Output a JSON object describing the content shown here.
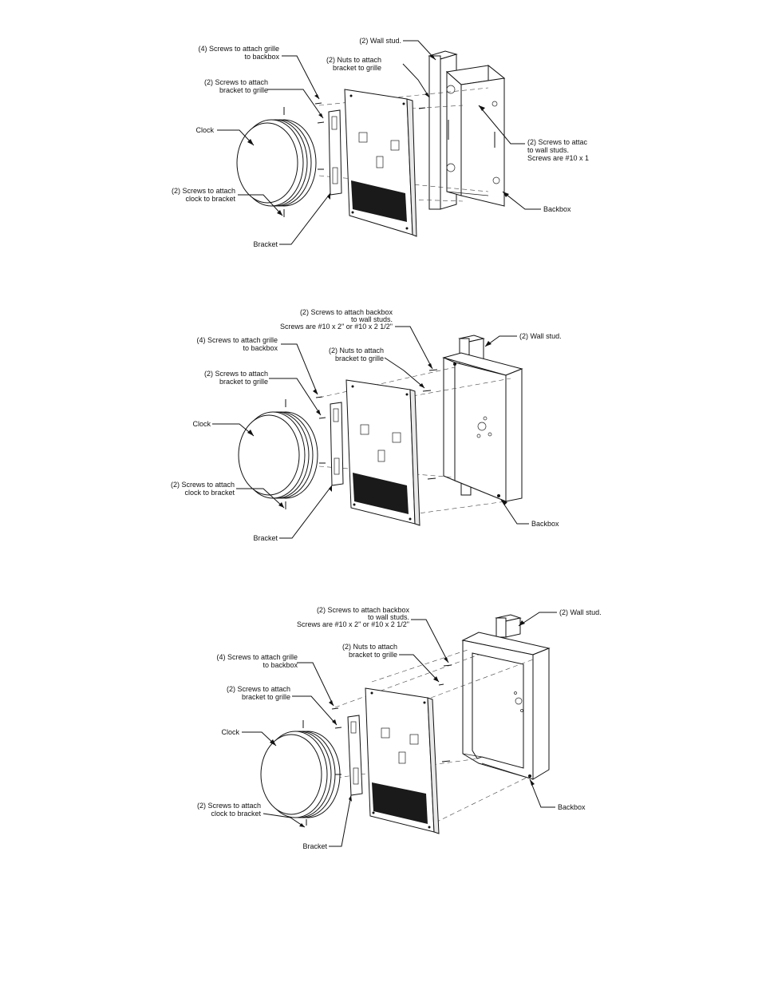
{
  "figures": [
    {
      "id": "fig1",
      "labels": {
        "wall_stud": "(2) Wall stud.",
        "screws_grille": [
          "(4) Screws to attach grille",
          "to backbox"
        ],
        "nuts": [
          "(2) Nuts to attach",
          "bracket to grille"
        ],
        "screws_bracket": [
          "(2) Screws to attach",
          "bracket to grille"
        ],
        "clock": "Clock",
        "screws_studs": [
          "(2) Screws to attac",
          "to wall studs.",
          "Screws are #10 x 1"
        ],
        "screws_clock": [
          "(2) Screws to attach",
          "clock to bracket"
        ],
        "backbox": "Backbox",
        "bracket": "Bracket"
      }
    },
    {
      "id": "fig2",
      "labels": {
        "screws_studs": [
          "(2) Screws to attach backbox",
          "to wall studs.",
          "Screws are #10 x 2\" or #10 x 2 1/2\""
        ],
        "wall_stud": "(2) Wall stud.",
        "screws_grille": [
          "(4) Screws to attach grille",
          "to backbox"
        ],
        "nuts": [
          "(2) Nuts to attach",
          "bracket to grille"
        ],
        "screws_bracket": [
          "(2) Screws to attach",
          "bracket to grille"
        ],
        "clock": "Clock",
        "screws_clock": [
          "(2) Screws to attach",
          "clock to bracket"
        ],
        "backbox": "Backbox",
        "bracket": "Bracket"
      }
    },
    {
      "id": "fig3",
      "labels": {
        "screws_studs": [
          "(2) Screws to attach backbox",
          "to wall studs.",
          "Screws are #10 x 2\" or #10 x 2 1/2\""
        ],
        "wall_stud": "(2) Wall stud.",
        "nuts": [
          "(2) Nuts to attach",
          "bracket to grille"
        ],
        "screws_grille": [
          "(4) Screws to attach grille",
          "to backbox"
        ],
        "screws_bracket": [
          "(2) Screws to attach",
          "bracket to grille"
        ],
        "clock": "Clock",
        "screws_clock": [
          "(2) Screws to attach",
          "clock to bracket"
        ],
        "backbox": "Backbox",
        "bracket": "Bracket"
      }
    }
  ]
}
